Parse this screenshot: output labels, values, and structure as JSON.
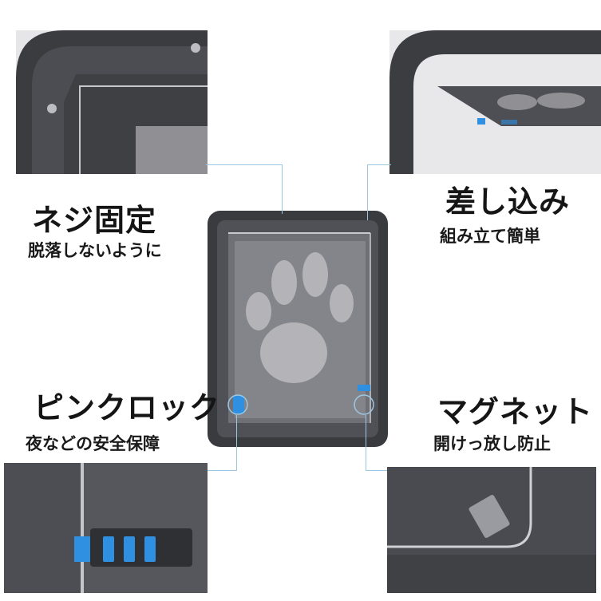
{
  "features": [
    {
      "title": "ネジ固定",
      "subtitle": "脱落しないように"
    },
    {
      "title": "差し込み",
      "subtitle": "組み立て簡単"
    },
    {
      "title": "ピンクロック",
      "subtitle": "夜などの安全保障"
    },
    {
      "title": "マグネット",
      "subtitle": "開けっ放し防止"
    }
  ],
  "colors": {
    "frame": "#4a4a4e",
    "frame_dark": "#2f3033",
    "mesh": "#8f8f94",
    "paw": "#b3b3b8",
    "lock_blue": "#2f8fe0",
    "leader_line": "#9cc7e2"
  }
}
